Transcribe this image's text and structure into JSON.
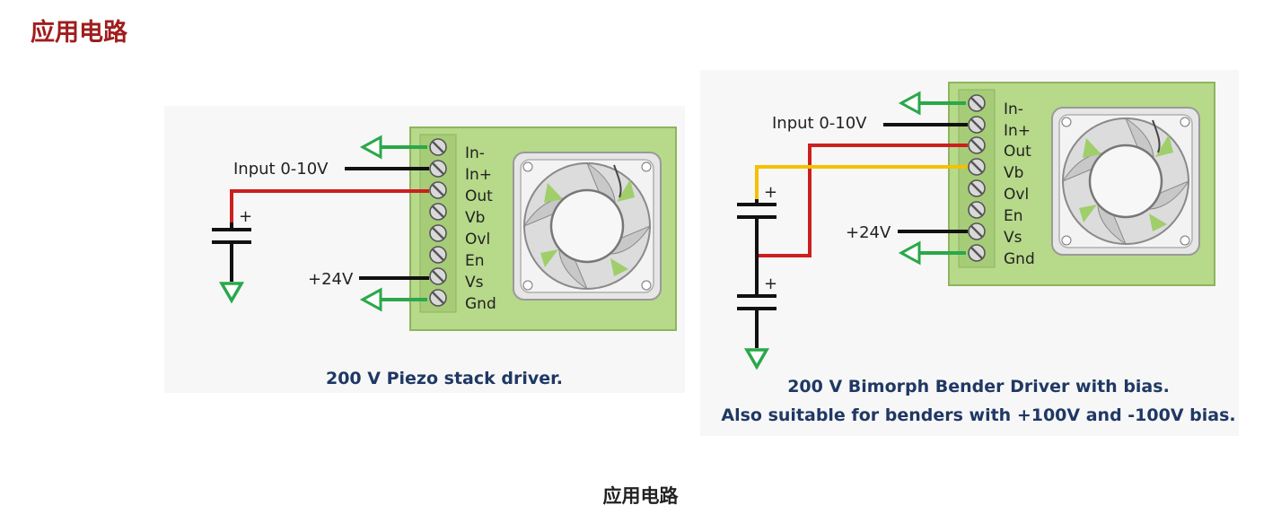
{
  "page": {
    "heading": "应用电路",
    "figure_caption": "应用电路"
  },
  "colors": {
    "heading": "#a01d1d",
    "board": "#b7d98a",
    "board_border": "#8fb45f",
    "wire_signal": "#111111",
    "wire_out": "#cc1f1f",
    "wire_bias": "#f5c000",
    "arrow_ground": "#2aa84a",
    "caption": "#1f3864"
  },
  "terminal_labels": [
    "In-",
    "In+",
    "Out",
    "Vb",
    "Ovl",
    "En",
    "Vs",
    "Gnd"
  ],
  "left_circuit": {
    "input_label": "Input 0-10V",
    "supply_label": "+24V",
    "cap_plus": "+",
    "caption": "200 V Piezo stack driver."
  },
  "right_circuit": {
    "input_label": "Input 0-10V",
    "supply_label": "+24V",
    "cap_plus": "+",
    "caption_line1": "200 V Bimorph Bender Driver with bias.",
    "caption_line2": "Also suitable for benders with +100V and -100V bias."
  }
}
